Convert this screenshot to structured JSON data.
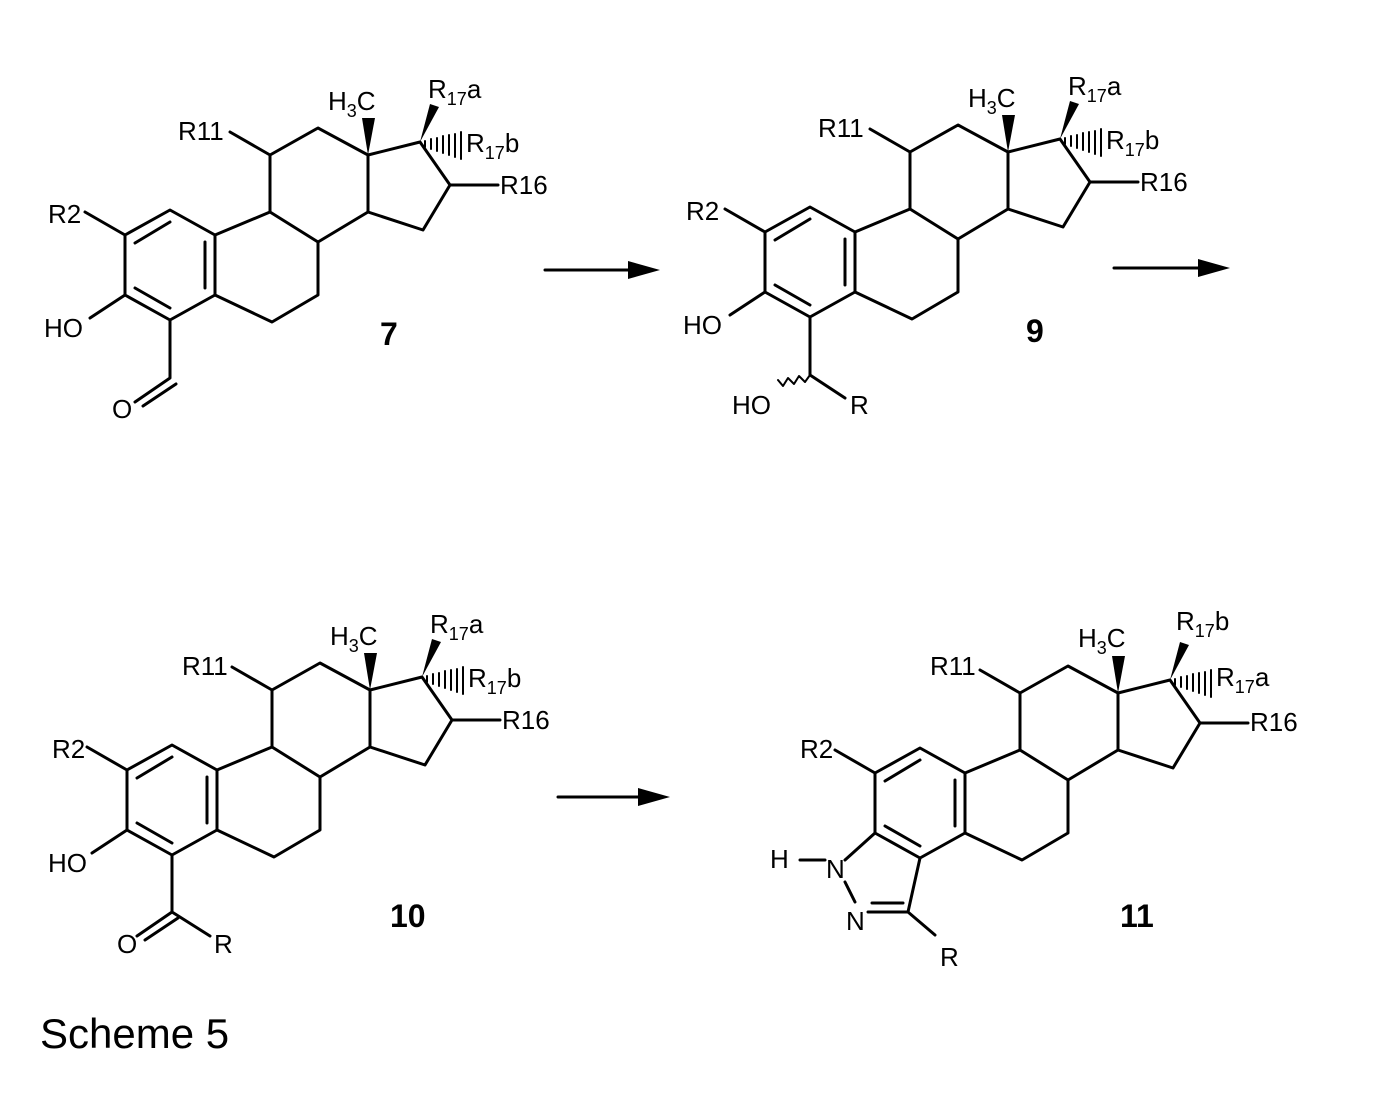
{
  "caption": "Scheme 5",
  "compounds": [
    {
      "number": "7",
      "r2": "R2",
      "r11": "R11",
      "r16": "R16",
      "h3c": {
        "h": "H",
        "sub": "3",
        "c": "C"
      },
      "top_sub": {
        "r": "R",
        "sub": "17",
        "suffix": "a"
      },
      "side_sub": {
        "r": "R",
        "sub": "17",
        "suffix": "b"
      },
      "oh": "HO",
      "o": "O"
    },
    {
      "number": "9",
      "r2": "R2",
      "r11": "R11",
      "r16": "R16",
      "h3c": {
        "h": "H",
        "sub": "3",
        "c": "C"
      },
      "top_sub": {
        "r": "R",
        "sub": "17",
        "suffix": "a"
      },
      "side_sub": {
        "r": "R",
        "sub": "17",
        "suffix": "b"
      },
      "oh": "HO",
      "oh2": "HO",
      "r": "R"
    },
    {
      "number": "10",
      "r2": "R2",
      "r11": "R11",
      "r16": "R16",
      "h3c": {
        "h": "H",
        "sub": "3",
        "c": "C"
      },
      "top_sub": {
        "r": "R",
        "sub": "17",
        "suffix": "a"
      },
      "side_sub": {
        "r": "R",
        "sub": "17",
        "suffix": "b"
      },
      "oh": "HO",
      "o": "O",
      "r": "R"
    },
    {
      "number": "11",
      "r2": "R2",
      "r11": "R11",
      "r16": "R16",
      "h3c": {
        "h": "H",
        "sub": "3",
        "c": "C"
      },
      "top_sub": {
        "r": "R",
        "sub": "17",
        "suffix": "b"
      },
      "side_sub": {
        "r": "R",
        "sub": "17",
        "suffix": "a"
      },
      "h": "H",
      "n1": "N",
      "n2": "N",
      "r": "R"
    }
  ]
}
